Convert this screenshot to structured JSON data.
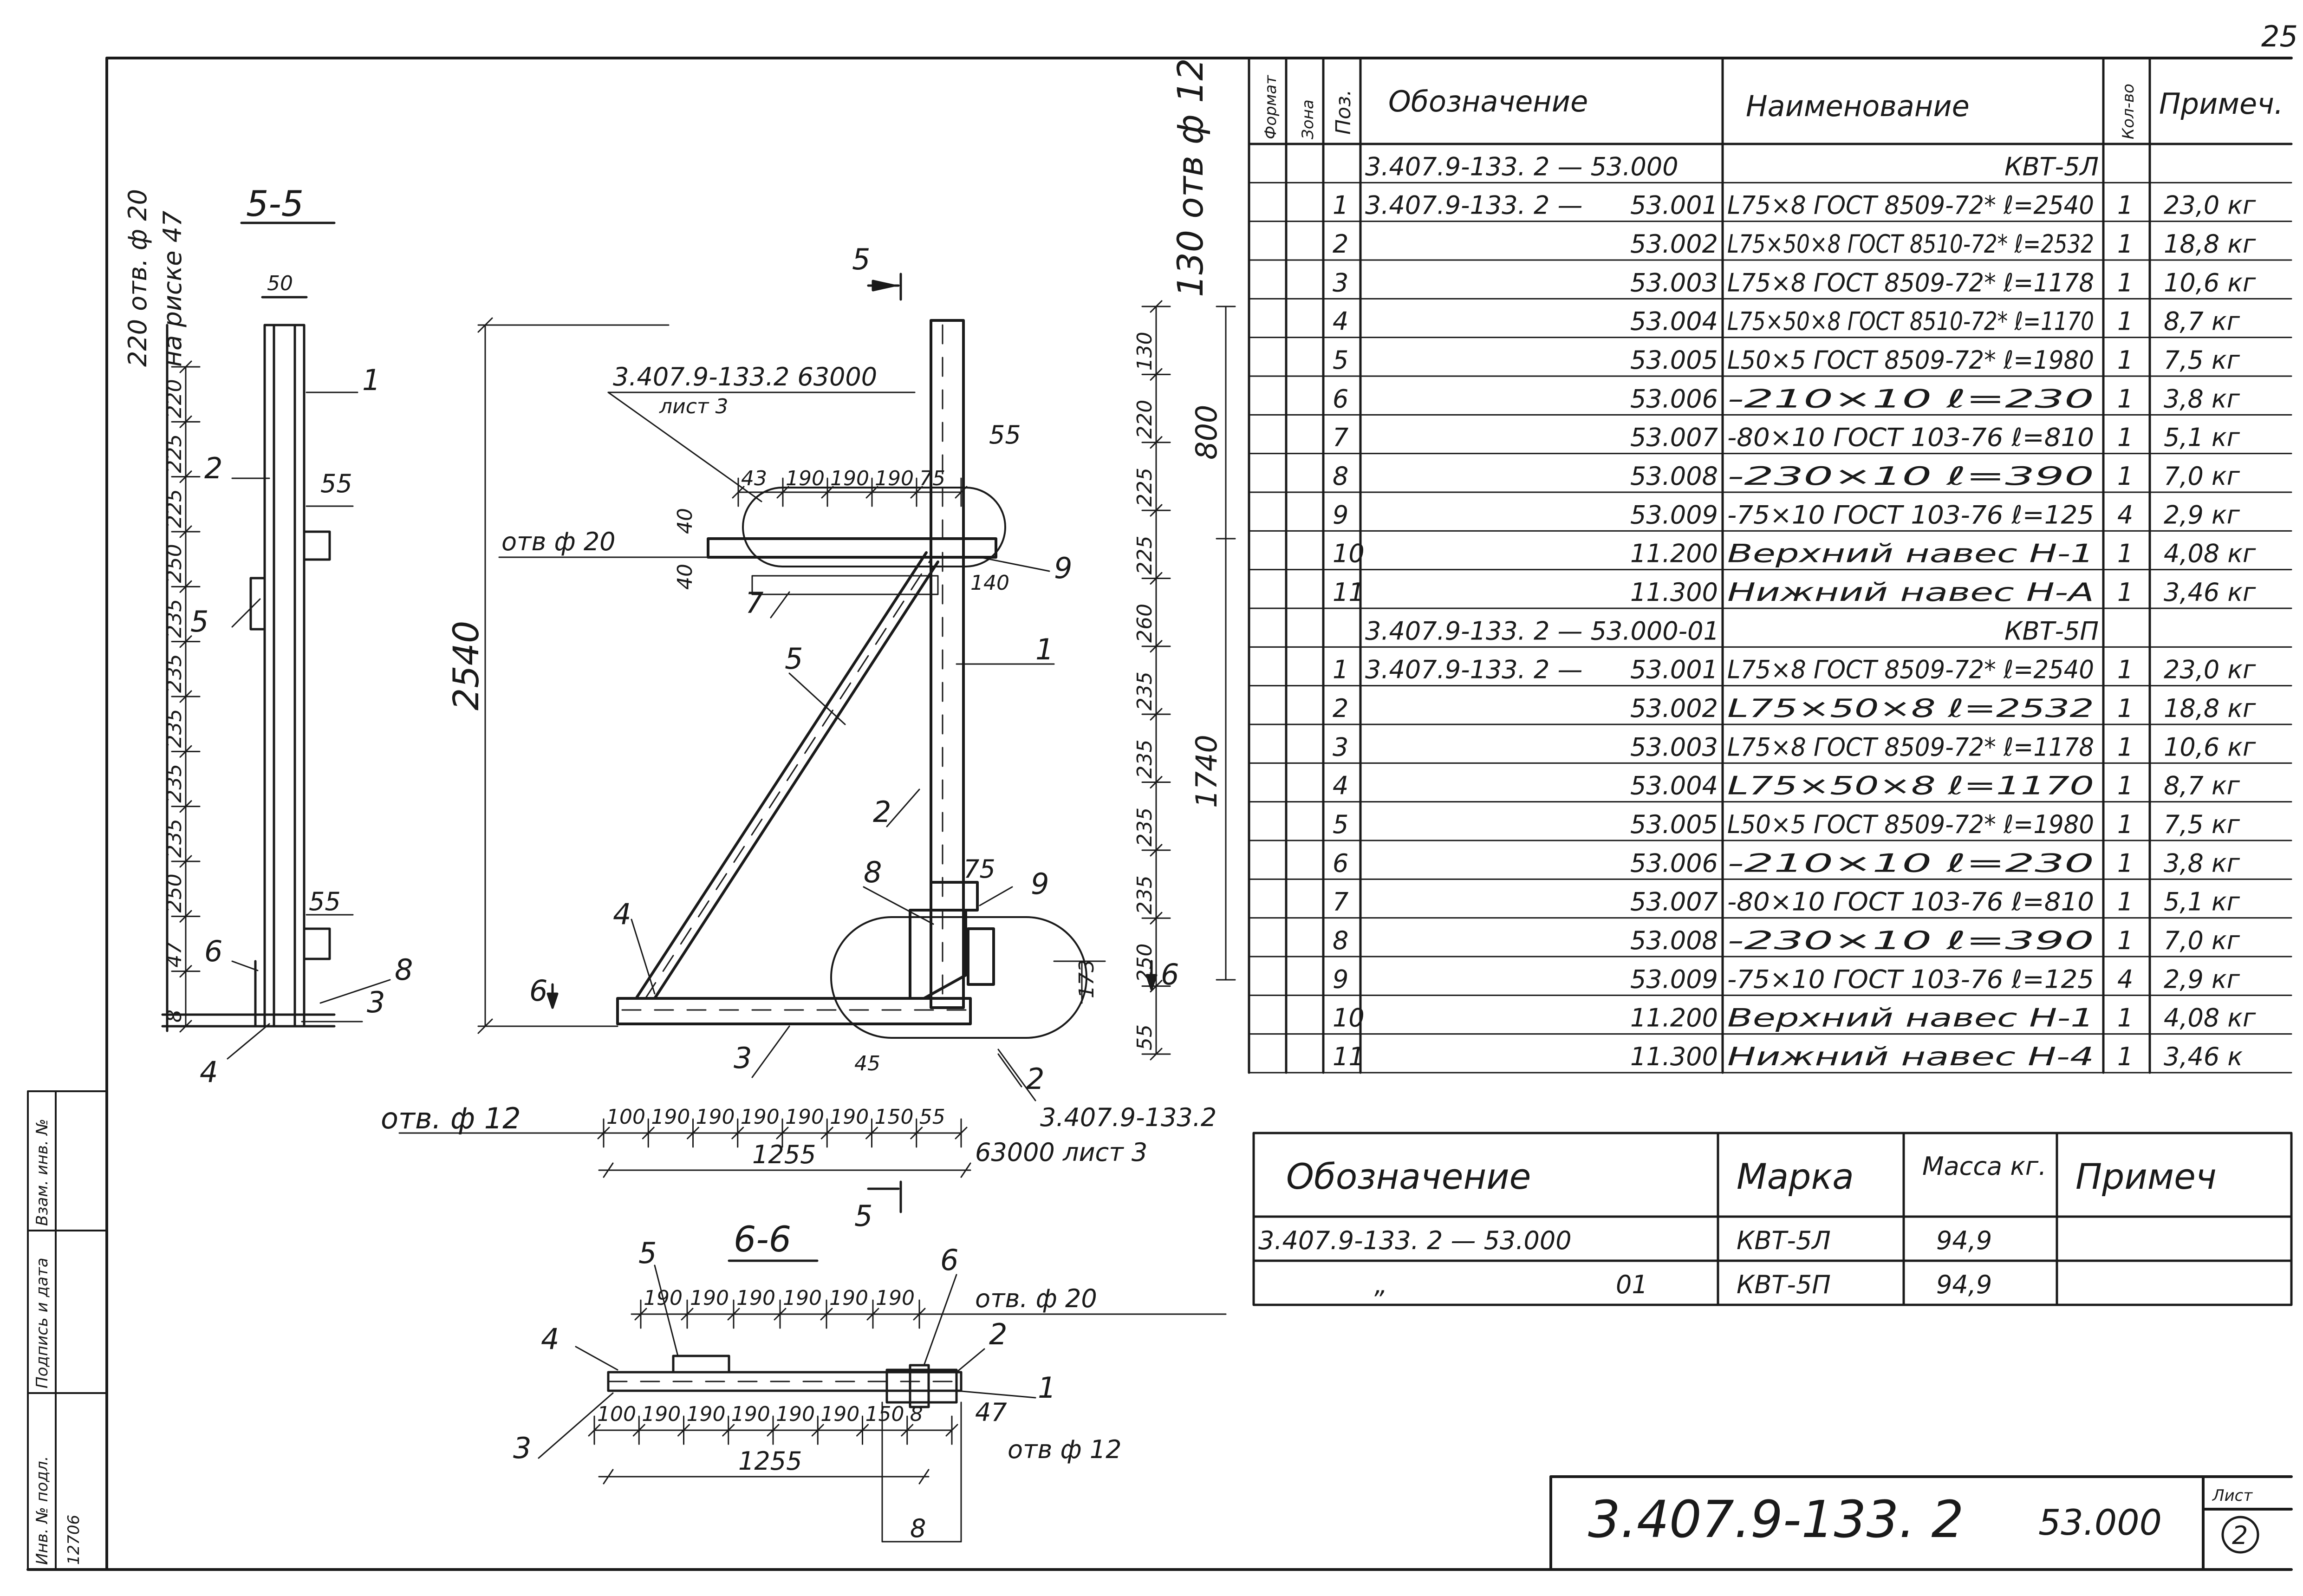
{
  "page_number": "25",
  "spec_table": {
    "headers": {
      "format": "Формат",
      "zone": "Зона",
      "pos": "Поз.",
      "designation": "Обозначение",
      "name": "Наименование",
      "qty": "Кол-во",
      "note": "Примеч."
    },
    "rows": [
      {
        "pos": "",
        "des_left": "3.407.9-133. 2  —  53.000",
        "des_right": "",
        "name": "КВТ-5Л",
        "qty": "",
        "note": ""
      },
      {
        "pos": "1",
        "des_left": "3.407.9-133. 2  —",
        "des_right": "53.001",
        "name": "L75×8 ГОСТ 8509-72*  ℓ=2540",
        "qty": "1",
        "note": "23,0 кг"
      },
      {
        "pos": "2",
        "des_left": "",
        "des_right": "53.002",
        "name": "L75×50×8 ГОСТ 8510-72*  ℓ=2532",
        "qty": "1",
        "note": "18,8 кг"
      },
      {
        "pos": "3",
        "des_left": "",
        "des_right": "53.003",
        "name": "L75×8 ГОСТ 8509-72*  ℓ=1178",
        "qty": "1",
        "note": "10,6 кг"
      },
      {
        "pos": "4",
        "des_left": "",
        "des_right": "53.004",
        "name": "L75×50×8 ГОСТ 8510-72*  ℓ=1170",
        "qty": "1",
        "note": "8,7 кг"
      },
      {
        "pos": "5",
        "des_left": "",
        "des_right": "53.005",
        "name": "L50×5 ГОСТ 8509-72*  ℓ=1980",
        "qty": "1",
        "note": "7,5 кг"
      },
      {
        "pos": "6",
        "des_left": "",
        "des_right": "53.006",
        "name": "-210×10          ℓ=230",
        "qty": "1",
        "note": "3,8 кг"
      },
      {
        "pos": "7",
        "des_left": "",
        "des_right": "53.007",
        "name": "-80×10 ГОСТ 103-76  ℓ=810",
        "qty": "1",
        "note": "5,1 кг"
      },
      {
        "pos": "8",
        "des_left": "",
        "des_right": "53.008",
        "name": "-230×10          ℓ=390",
        "qty": "1",
        "note": "7,0 кг"
      },
      {
        "pos": "9",
        "des_left": "",
        "des_right": "53.009",
        "name": "-75×10 ГОСТ 103-76  ℓ=125",
        "qty": "4",
        "note": "2,9 кг"
      },
      {
        "pos": "10",
        "des_left": "",
        "des_right": "11.200",
        "name": "Верхний навес  Н-1",
        "qty": "1",
        "note": "4,08 кг"
      },
      {
        "pos": "11",
        "des_left": "",
        "des_right": "11.300",
        "name": "Нижний навес  Н-А",
        "qty": "1",
        "note": "3,46 кг"
      },
      {
        "pos": "",
        "des_left": "3.407.9-133. 2  —  53.000-01",
        "des_right": "",
        "name": "КВТ-5П",
        "qty": "",
        "note": ""
      },
      {
        "pos": "1",
        "des_left": "3.407.9-133. 2  —",
        "des_right": "53.001",
        "name": "L75×8 ГОСТ 8509-72*  ℓ=2540",
        "qty": "1",
        "note": "23,0 кг"
      },
      {
        "pos": "2",
        "des_left": "",
        "des_right": "53.002",
        "name": "L75×50×8          ℓ=2532",
        "qty": "1",
        "note": "18,8 кг"
      },
      {
        "pos": "3",
        "des_left": "",
        "des_right": "53.003",
        "name": "L75×8 ГОСТ 8509-72*  ℓ=1178",
        "qty": "1",
        "note": "10,6 кг"
      },
      {
        "pos": "4",
        "des_left": "",
        "des_right": "53.004",
        "name": "L75×50×8          ℓ=1170",
        "qty": "1",
        "note": "8,7 кг"
      },
      {
        "pos": "5",
        "des_left": "",
        "des_right": "53.005",
        "name": "L50×5 ГОСТ 8509-72*  ℓ=1980",
        "qty": "1",
        "note": "7,5 кг"
      },
      {
        "pos": "6",
        "des_left": "",
        "des_right": "53.006",
        "name": "-210×10          ℓ=230",
        "qty": "1",
        "note": "3,8 кг"
      },
      {
        "pos": "7",
        "des_left": "",
        "des_right": "53.007",
        "name": "-80×10 ГОСТ 103-76  ℓ=810",
        "qty": "1",
        "note": "5,1 кг"
      },
      {
        "pos": "8",
        "des_left": "",
        "des_right": "53.008",
        "name": "-230×10          ℓ=390",
        "qty": "1",
        "note": "7,0 кг"
      },
      {
        "pos": "9",
        "des_left": "",
        "des_right": "53.009",
        "name": "-75×10 ГОСТ 103-76  ℓ=125",
        "qty": "4",
        "note": "2,9 кг"
      },
      {
        "pos": "10",
        "des_left": "",
        "des_right": "11.200",
        "name": "Верхний навес  Н-1",
        "qty": "1",
        "note": "4,08 кг"
      },
      {
        "pos": "11",
        "des_left": "",
        "des_right": "11.300",
        "name": "Нижний навес  Н-4",
        "qty": "1",
        "note": "3,46 к"
      }
    ]
  },
  "mass_table": {
    "headers": {
      "designation": "Обозначение",
      "mark": "Марка",
      "mass": "Масса кг.",
      "note": "Примеч"
    },
    "rows": [
      {
        "designation": "3.407.9-133. 2  —  53.000",
        "suffix": "",
        "mark": "КВТ-5Л",
        "mass": "94,9"
      },
      {
        "designation": "„",
        "suffix": "01",
        "mark": "КВТ-5П",
        "mass": "94,9"
      }
    ]
  },
  "title_block": {
    "code": "3.407.9-133. 2",
    "number": "53.000",
    "sheet_label": "Лист",
    "sheet": "2"
  },
  "side_stamp": {
    "labels": [
      "Инв. № подл.",
      "Подпись и дата",
      "Взам. инв. №"
    ],
    "inv_number": "12706"
  },
  "drawing": {
    "section_55": {
      "title": "5-5",
      "top_note": "220 отв. ф 20",
      "top_note2": "на риске 47",
      "width_dim": "50",
      "dims": [
        "220",
        "225",
        "225",
        "250",
        "235",
        "235",
        "235",
        "235",
        "235",
        "250",
        "47",
        "8"
      ],
      "pos_labels": [
        "1",
        "2",
        "55",
        "5",
        "55",
        "6",
        "8",
        "3",
        "4"
      ]
    },
    "elevation": {
      "cut_mark": "5",
      "sheet_ref_top": "3.407.9-133.2 63000",
      "sheet_ref_top2": "лист 3",
      "hole_note": "отв ф 20",
      "top_dims": [
        "43",
        "190",
        "190",
        "190",
        "75"
      ],
      "dim_55": "55",
      "dim_40a": "40",
      "dim_40b": "40",
      "dim_140": "140",
      "height": "2540",
      "right_note": "130 отв ф 12",
      "right_dims": [
        "130",
        "220",
        "225",
        "225",
        "260",
        "235",
        "235",
        "235",
        "235",
        "250",
        "55"
      ],
      "dim_800": "800",
      "dim_1740": "1740",
      "dim_75": "75",
      "dim_173": "173",
      "dim_45": "45",
      "bottom_note": "отв. ф 12",
      "bottom_dims": [
        "100",
        "190",
        "190",
        "190",
        "190",
        "190",
        "150",
        "55"
      ],
      "length": "1255",
      "sheet_ref_bot": "3.407.9-133.2",
      "sheet_ref_bot2": "63000 лист 3",
      "cut6": "6",
      "cut5b": "5",
      "pos_labels": [
        "7",
        "9",
        "5",
        "1",
        "2",
        "8",
        "9",
        "4",
        "3",
        "2"
      ]
    },
    "section_66": {
      "title": "6-6",
      "hole_note": "отв. ф 20",
      "top_dims": [
        "190",
        "190",
        "190",
        "190",
        "190",
        "190"
      ],
      "bottom_dims": [
        "100",
        "190",
        "190",
        "190",
        "190",
        "190",
        "150",
        "8"
      ],
      "dim_47": "47",
      "hole_note2": "отв ф 12",
      "length": "1255",
      "dim_8": "8",
      "pos_labels": [
        "5",
        "6",
        "4",
        "2",
        "1",
        "3"
      ]
    }
  }
}
